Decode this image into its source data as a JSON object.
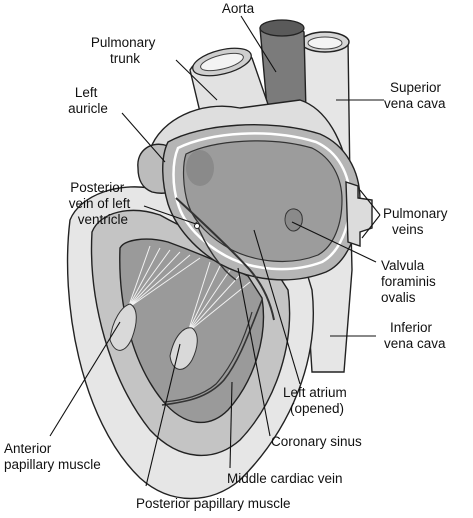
{
  "labels": {
    "aorta": [
      "Aorta"
    ],
    "pulmonary_trunk": [
      "Pulmonary",
      "trunk"
    ],
    "superior_vena_cava": [
      "Superior",
      "vena cava"
    ],
    "left_auricle": [
      "Left",
      "auricle"
    ],
    "posterior_vein": [
      "Posterior",
      "vein of left",
      "ventricle"
    ],
    "pulmonary_veins": [
      "Pulmonary",
      "veins"
    ],
    "valvula": [
      "Valvula",
      "foraminis",
      "ovalis"
    ],
    "inferior_vena_cava": [
      "Inferior",
      "vena cava"
    ],
    "left_atrium": [
      "Left atrium",
      "(opened)"
    ],
    "coronary_sinus": [
      "Coronary sinus"
    ],
    "anterior_papillary": [
      "Anterior",
      "papillary muscle"
    ],
    "middle_cardiac_vein": [
      "Middle cardiac vein"
    ],
    "posterior_papillary": [
      "Posterior papillary muscle"
    ]
  },
  "colors": {
    "outline": "#222222",
    "light_tissue": "#e4e4e4",
    "mid_tissue": "#bdbdbd",
    "dark_tissue": "#7d7d7d",
    "cavity": "#9a9a9a"
  }
}
